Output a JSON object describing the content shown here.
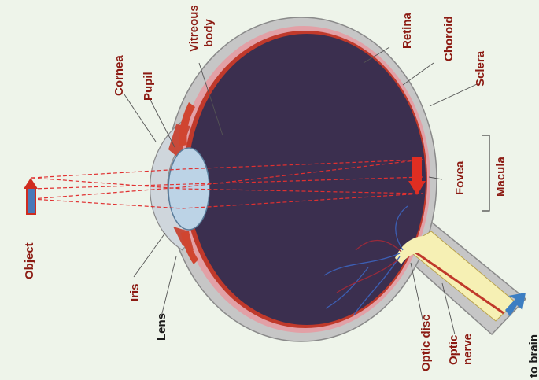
{
  "colors": {
    "label_red": "#8b1a12",
    "label_dark": "#1a1a1a",
    "sclera_grey": "#c6c6c6",
    "vitreous": "#3b2f4f",
    "choroid_pink": "#e2a0a6",
    "retina_red": "#c0392b",
    "nerve_yellow": "#f6f0b4",
    "ray_red": "#e03030",
    "arrow_blue": "#3d7ec2",
    "object_red": "#d02c20",
    "lens_blue": "#bcd3e6"
  },
  "labels": {
    "vitreous": "Vitreous body",
    "vitreous_line1": "Vitreous",
    "vitreous_line2": "body",
    "retina": "Retina",
    "choroid": "Choroid",
    "sclera": "Sclera",
    "cornea": "Cornea",
    "pupil": "Pupil",
    "fovea": "Fovea",
    "macula": "Macula",
    "object": "Object",
    "iris": "Iris",
    "lens": "Lens",
    "optic_disc": "Optic disc",
    "optic_nerve": "Optic nerve",
    "optic_nerve_line1": "Optic",
    "optic_nerve_line2": "nerve",
    "to_brain": "to brain"
  },
  "icons": [
    "object-arrow-icon",
    "image-arrow-icon",
    "to-brain-arrow-icon"
  ]
}
